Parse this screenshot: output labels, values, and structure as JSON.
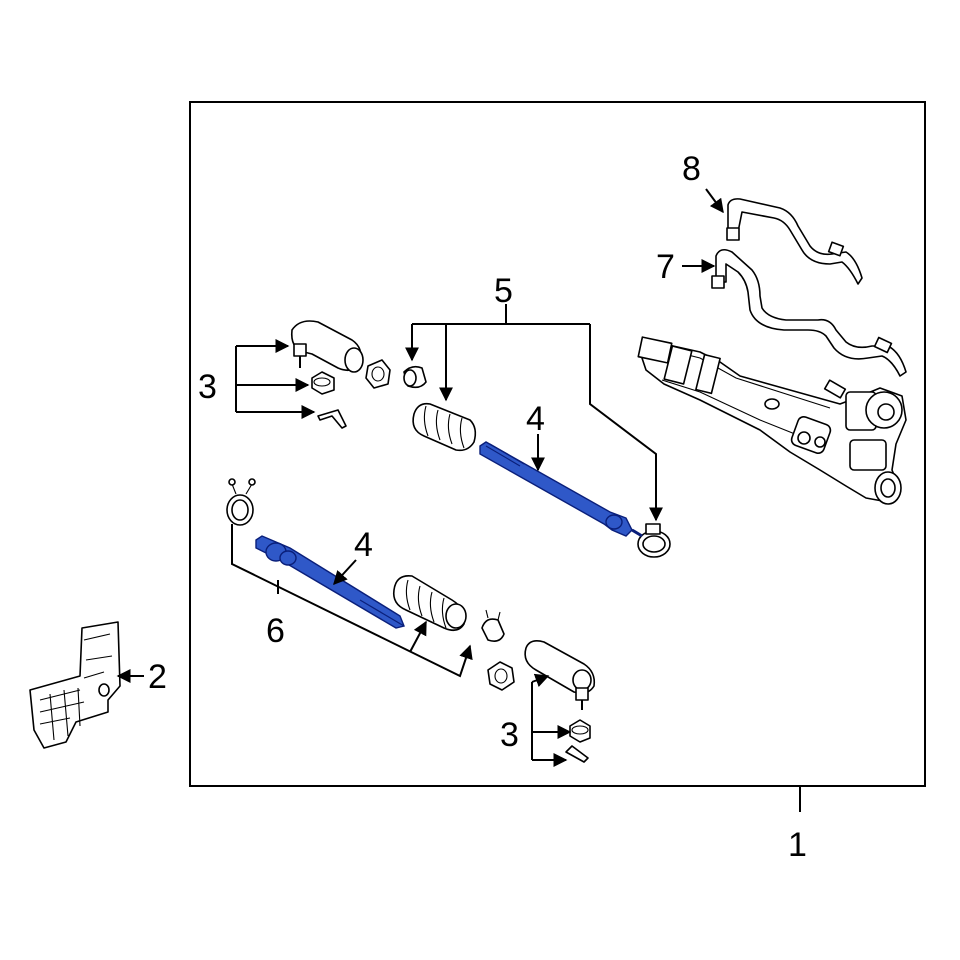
{
  "diagram": {
    "callouts": {
      "c1": "1",
      "c2": "2",
      "c3a": "3",
      "c3b": "3",
      "c4a": "4",
      "c4b": "4",
      "c5": "5",
      "c6": "6",
      "c7": "7",
      "c8": "8"
    },
    "highlight_color": "#2f58c8",
    "line_color": "#000000",
    "background_color": "#ffffff"
  }
}
